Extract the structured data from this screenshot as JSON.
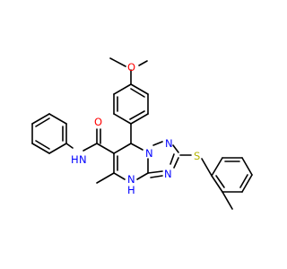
{
  "structure": {
    "atoms": {
      "o_methoxy": "O",
      "o_carbonyl": "O",
      "amide_nh": "N",
      "amide_h": "H",
      "n_bridge": "N",
      "n_triazole_top": "N",
      "n_triazole_bottom": "N",
      "s_thioether": "S",
      "ring_nh": "N",
      "ring_h": "H"
    },
    "colors": {
      "bond": "#000000",
      "oxygen": "#ff0000",
      "nitrogen": "#0000ff",
      "sulfur": "#b3b300"
    }
  }
}
